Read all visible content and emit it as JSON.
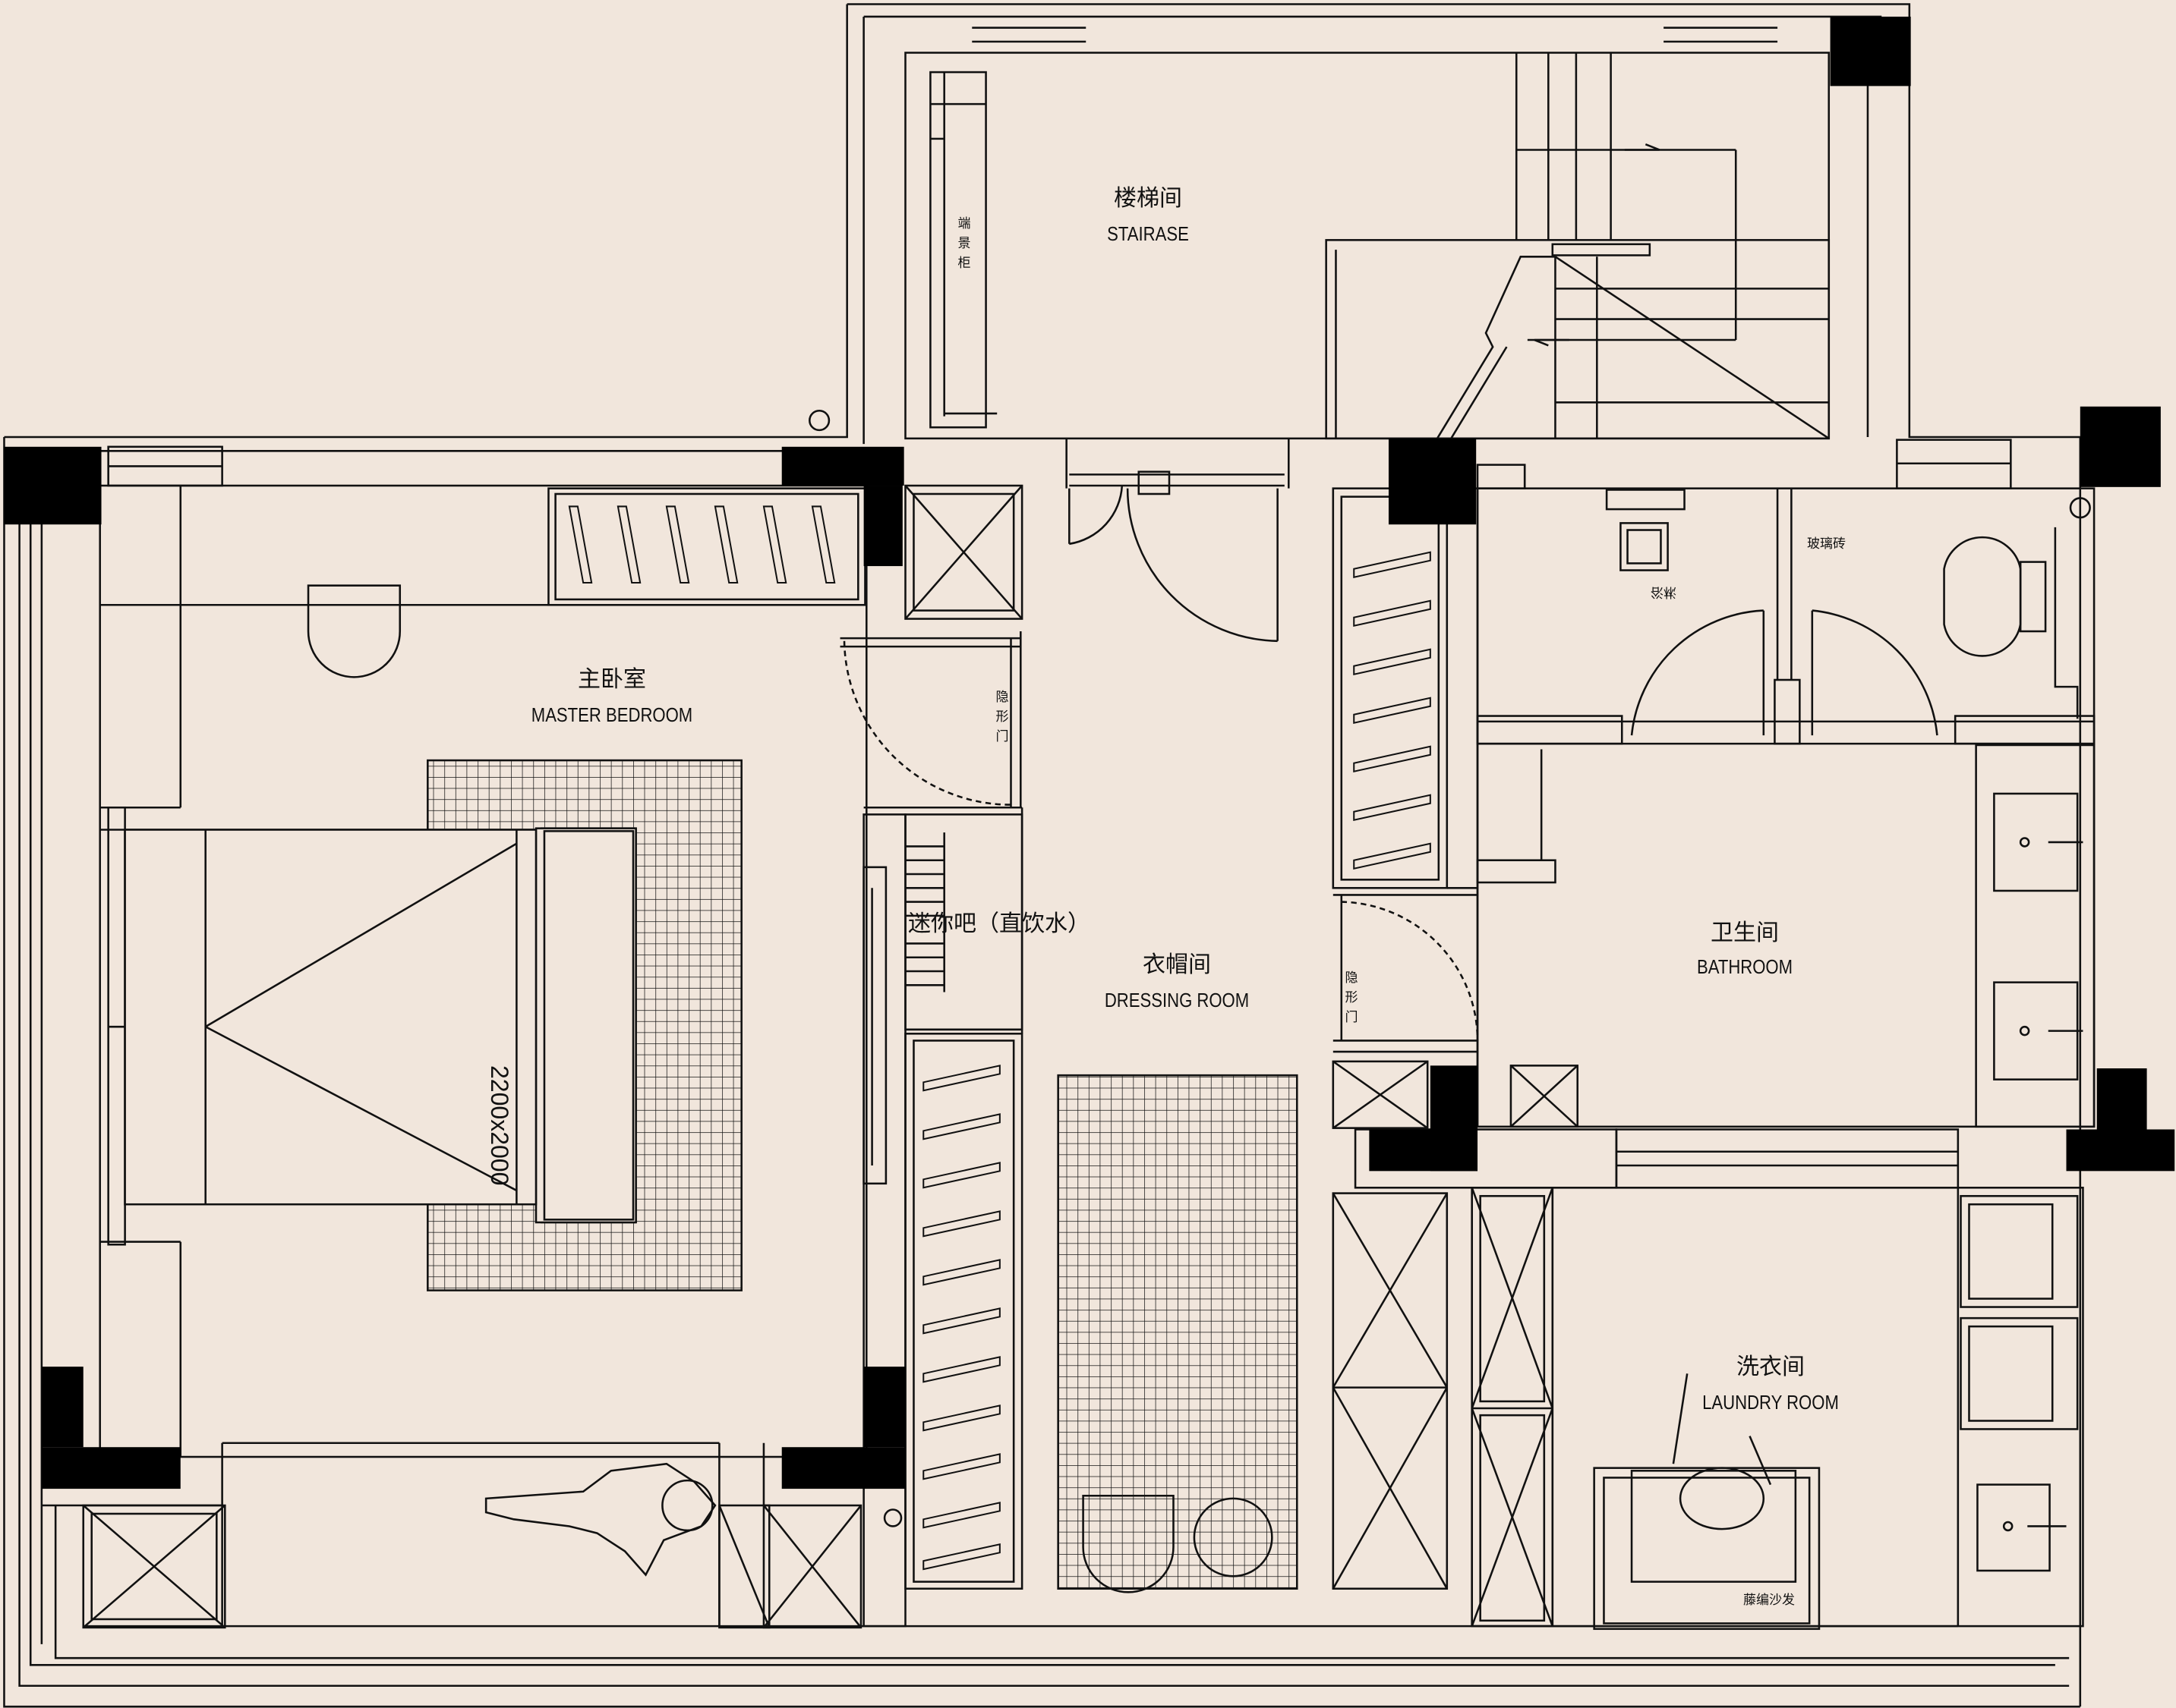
{
  "rooms": {
    "stair": {
      "cn": "楼梯间",
      "en": "STAIRASE"
    },
    "master": {
      "cn": "主卧室",
      "en": "MASTER  BEDROOM"
    },
    "dressing": {
      "cn": "衣帽间",
      "en": "DRESSING ROOM"
    },
    "bathroom": {
      "cn": "卫生间",
      "en": "BATHROOM"
    },
    "laundry": {
      "cn": "洗衣间",
      "en": "LAUNDRY ROOM"
    }
  },
  "annotations": {
    "minibar": "迷你吧（直饮水）",
    "display_cabinet": "端景柜",
    "hidden_door_1": "隐形门",
    "hidden_door_2": "隐形门",
    "glass_brick": "玻璃砖",
    "shower": "淋浴",
    "rattan_sofa": "藤编沙发",
    "bed_size": "2200x2000"
  },
  "colors": {
    "background": "#f1e6dc",
    "line": "#111111",
    "wall_fill": "#000000"
  }
}
